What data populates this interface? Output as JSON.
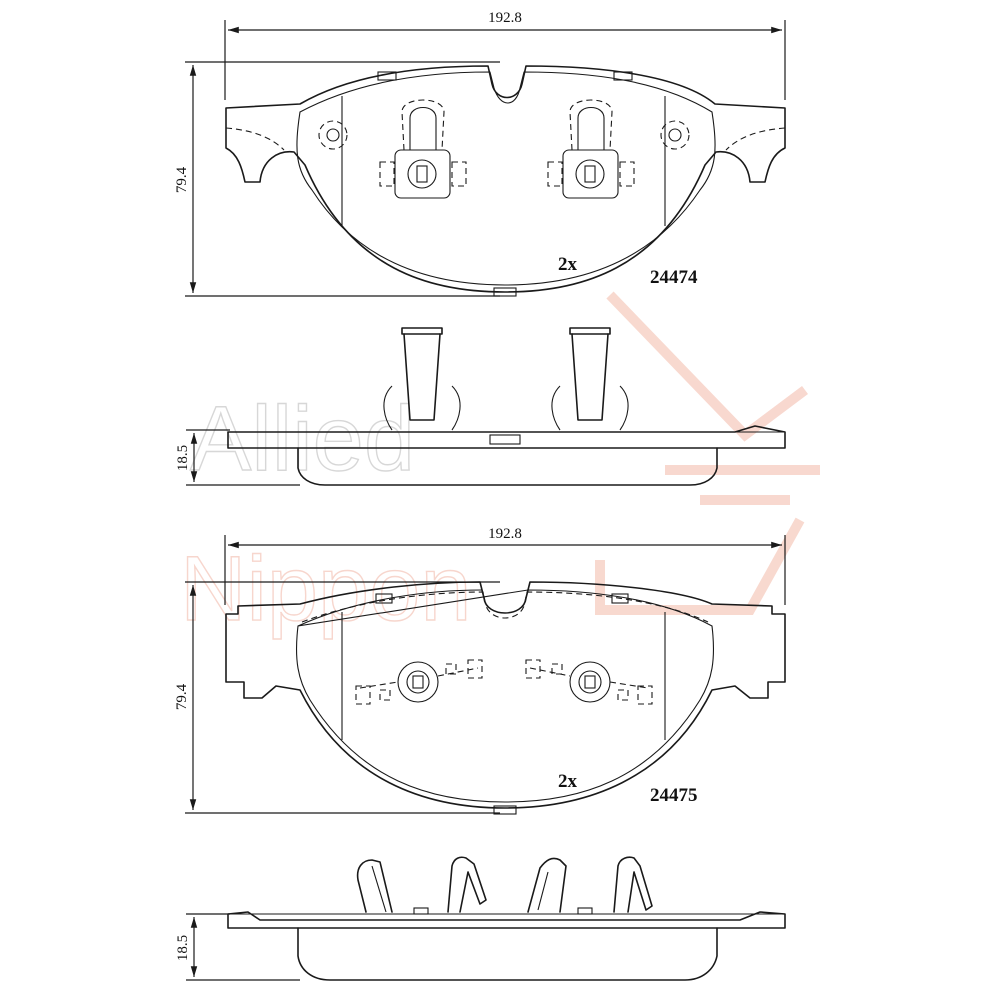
{
  "watermark": {
    "line1": "Allied",
    "line2": "Nippon",
    "color1": "#b8b8b8",
    "color2": "#f1b5a5",
    "logo_color": "#f3b9a8"
  },
  "pads": [
    {
      "part_number": "24474",
      "quantity": "2x",
      "width_dim": "192.8",
      "height_dim": "79.4",
      "thickness_dim": "18.5"
    },
    {
      "part_number": "24475",
      "quantity": "2x",
      "width_dim": "192.8",
      "height_dim": "79.4",
      "thickness_dim": "18.5"
    }
  ]
}
